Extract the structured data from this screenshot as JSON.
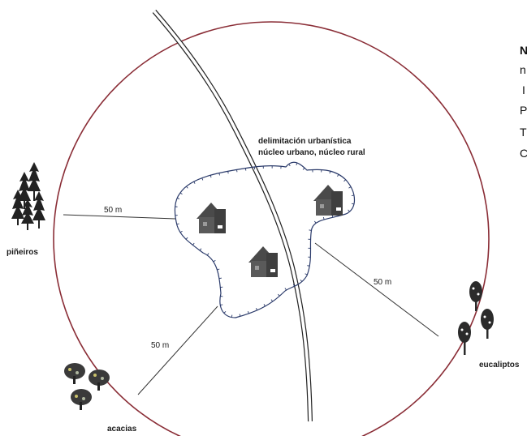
{
  "diagram": {
    "zone_label_line1": "delimitación urbanística",
    "zone_label_line2": "núcleo urbano, núcleo rural",
    "distance_labels": [
      "50 m",
      "50 m",
      "50 m"
    ],
    "trees": {
      "pine_label": "piñeiros",
      "eucalyptus_label": "eucaliptos",
      "acacia_label": "acacias"
    },
    "side_text": [
      "N",
      "n",
      "I",
      "P",
      "T",
      "C"
    ],
    "colors": {
      "circle": "#8a2d36",
      "boundary": "#2a3a6a",
      "line": "#333333",
      "house": "#4a4a4a"
    }
  }
}
